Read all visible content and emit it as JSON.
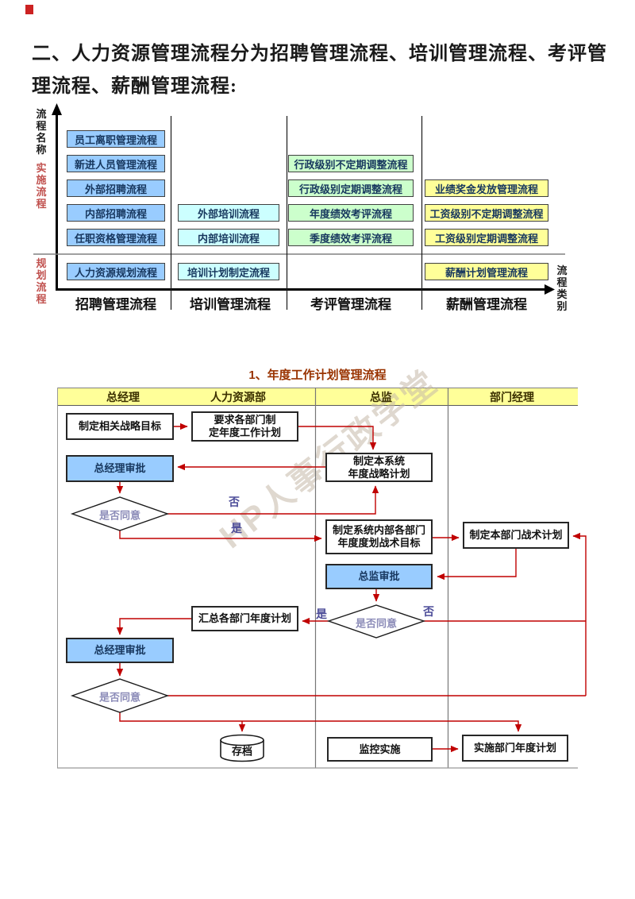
{
  "document": {
    "title_line1": "二、人力资源管理流程分为招聘管理流程、培训管理流程、考评管",
    "title_line2": "理流程、薪酬管理流程:"
  },
  "colors": {
    "blue_box": "#99CCFF",
    "cyan_box": "#CCFFFF",
    "green_box": "#CCFFCC",
    "yellow_box": "#FFFF99",
    "header_yellow": "#FFFF99",
    "flow_line_red": "#C00000",
    "flow_title_red": "#993300",
    "side_label_red": "#c0504d"
  },
  "matrix": {
    "y_axis_label": "流程名称",
    "x_axis_label": "流程类别",
    "group_labels": [
      "实施流程",
      "规划流程"
    ],
    "columns": [
      {
        "label": "招聘管理流程",
        "boxes": [
          "员工离职管理流程",
          "新进人员管理流程",
          "外部招聘流程",
          "内部招聘流程",
          "任职资格管理流程",
          "人力资源规划流程"
        ]
      },
      {
        "label": "培训管理流程",
        "boxes": [
          "外部培训流程",
          "内部培训流程",
          "培训计划制定流程"
        ]
      },
      {
        "label": "考评管理流程",
        "boxes": [
          "行政级别不定期调整流程",
          "行政级别定期调整流程",
          "年度绩效考评流程",
          "季度绩效考评流程"
        ]
      },
      {
        "label": "薪酬管理流程",
        "boxes": [
          "业绩奖金发放管理流程",
          "工资级别不定期调整流程",
          "工资级别定期调整流程",
          "薪酬计划管理流程"
        ]
      }
    ]
  },
  "flowchart": {
    "title": "1、年度工作计划管理流程",
    "lanes": [
      "总经理",
      "人力资源部",
      "总监",
      "部门经理"
    ],
    "nodes": {
      "set_strategy": "制定相关战略目标",
      "request_depts_l1": "要求各部门制",
      "request_depts_l2": "定年度工作计划",
      "gm_approve_1": "总经理审批",
      "agree_1": "是否同意",
      "sys_plan_l1": "制定本系统",
      "sys_plan_l2": "年度战略计划",
      "dept_targets_l1": "制定系统内部各部门",
      "dept_targets_l2": "年度度划战术目标",
      "dept_tactic": "制定本部门战术计划",
      "director_approve": "总监审批",
      "agree_2": "是否同意",
      "summarize": "汇总各部门年度计划",
      "gm_approve_2": "总经理审批",
      "agree_3": "是否同意",
      "archive": "存档",
      "monitor": "监控实施",
      "implement": "实施部门年度计划"
    },
    "edge_labels": {
      "yes": "是",
      "no": "否"
    },
    "watermark": "HP人事行政学堂"
  }
}
